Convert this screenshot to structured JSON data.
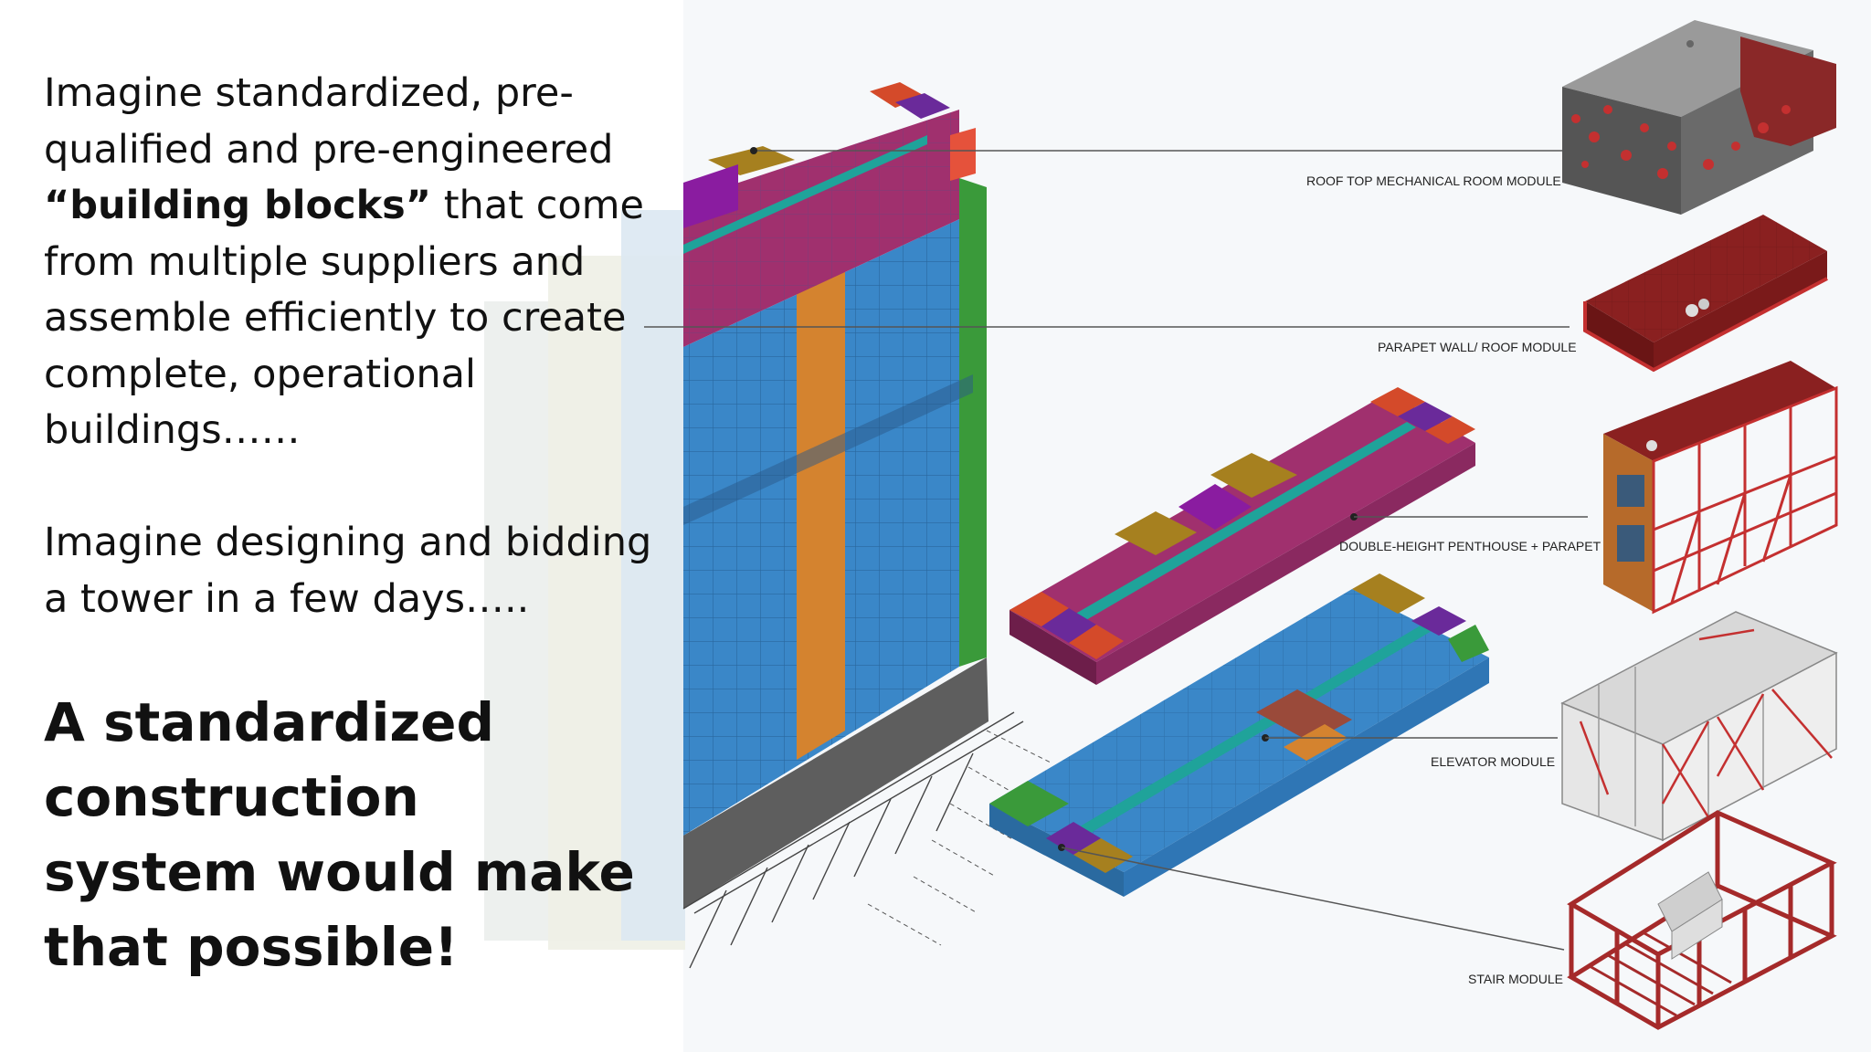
{
  "intro": {
    "part1": "Imagine standardized, pre-qualified and pre-engineered ",
    "bold": "“building blocks”",
    "part2": " that come from multiple suppliers and assemble efficiently to create complete, operational buildings……"
  },
  "second": "Imagine designing and bidding a tower in a few days…..",
  "headline": "A standardized construction system would make that possible!",
  "modules": [
    "ROOF TOP MECHANICAL ROOM MODULE",
    "PARAPET WALL/ ROOF MODULE",
    "DOUBLE-HEIGHT PENTHOUSE + PARAPET",
    "ELEVATOR MODULE",
    "STAIR MODULE"
  ],
  "colors": {
    "blue": "#3a87c8",
    "orange": "#d4832f",
    "magenta": "#a0306e",
    "teal": "#1fa39a",
    "olive": "#a6801f",
    "purple": "#8a1ca0",
    "red": "#d44a2a",
    "green": "#3a9a3a",
    "gray": "#5e5e5e",
    "module_red": "#a52a2a"
  }
}
